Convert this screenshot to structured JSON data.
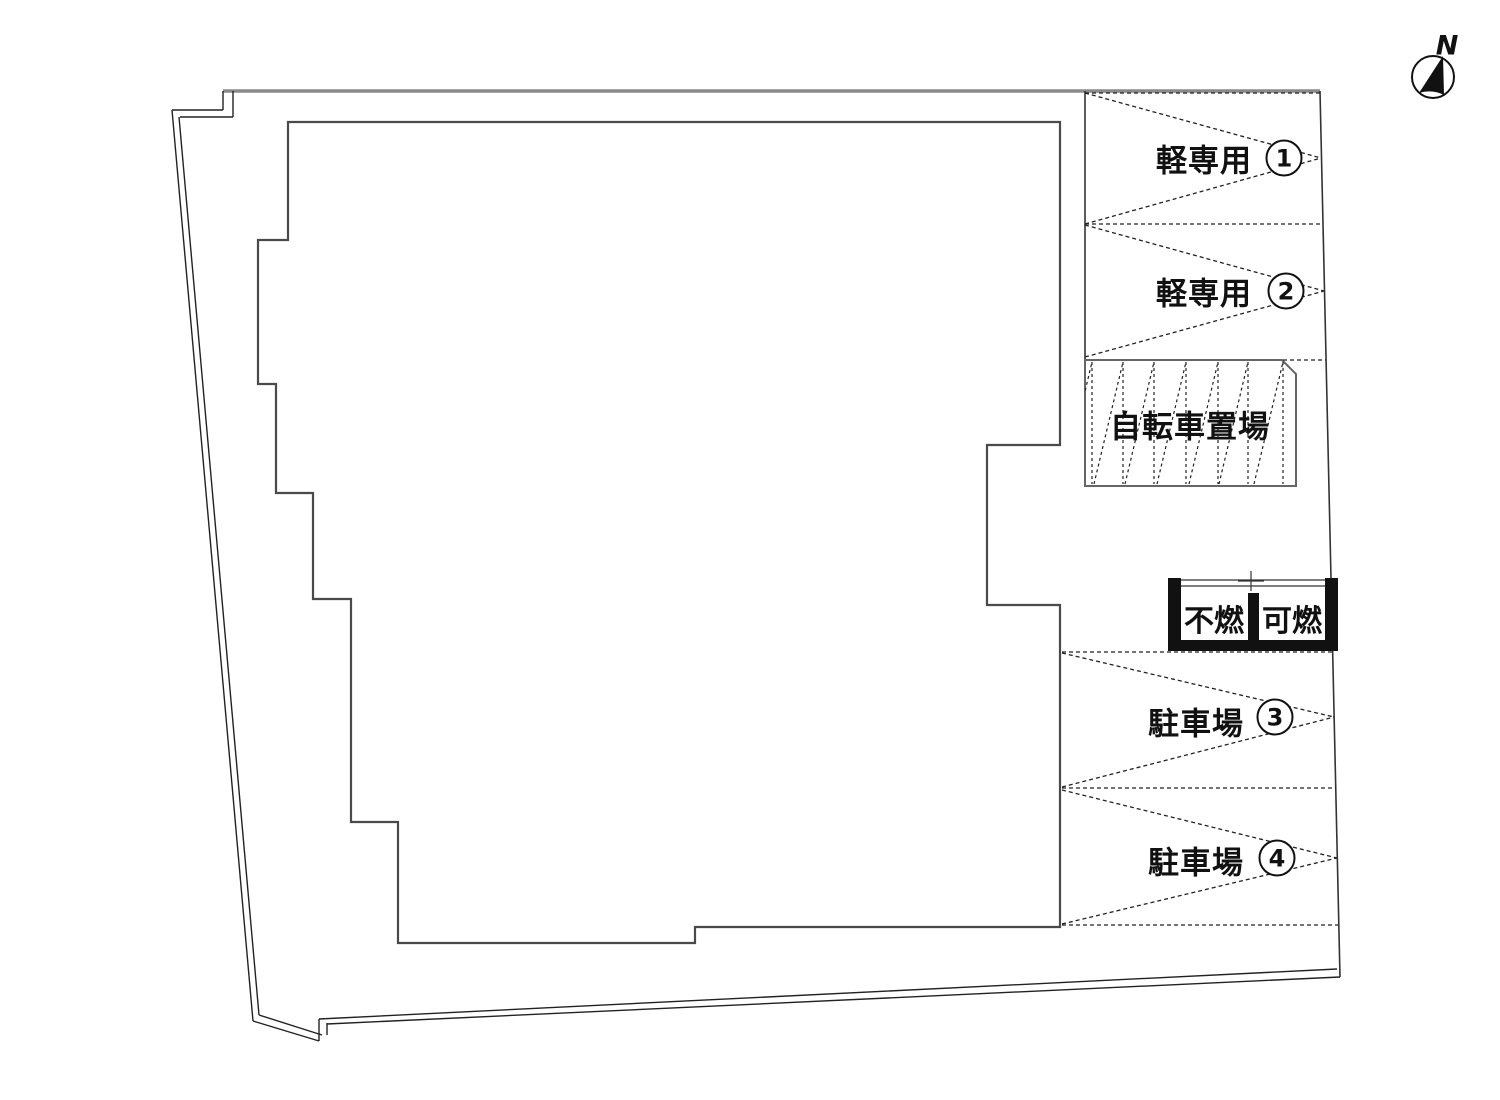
{
  "compass": {
    "label": "N"
  },
  "colors": {
    "background": "#ffffff",
    "site_boundary_top": "#8a8a8a",
    "site_boundary": "#222222",
    "building_outline": "#4a4a4a",
    "bicycle_outline": "#666666",
    "waste_enclosure": "#111111",
    "text": "#111111"
  },
  "spaces": {
    "kei": [
      {
        "label": "軽専用",
        "number": "1"
      },
      {
        "label": "軽専用",
        "number": "2"
      }
    ],
    "bicycle": {
      "label": "自転車置場"
    },
    "waste": {
      "non_burnable": "不燃",
      "burnable": "可燃"
    },
    "parking": [
      {
        "label": "駐車場",
        "number": "3"
      },
      {
        "label": "駐車場",
        "number": "4"
      }
    ]
  }
}
